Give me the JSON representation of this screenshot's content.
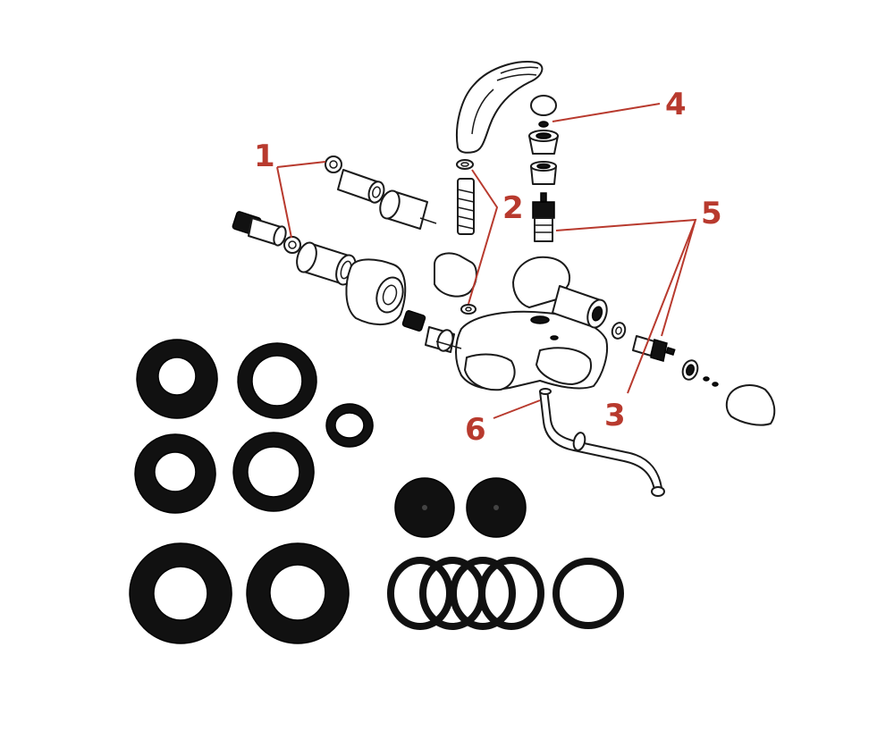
{
  "colors": {
    "callout": "#b83a2e",
    "seal": "#111111",
    "line": "#1a1a1a",
    "background": "#ffffff"
  },
  "callouts": [
    "1",
    "2",
    "3",
    "4",
    "5",
    "6"
  ]
}
